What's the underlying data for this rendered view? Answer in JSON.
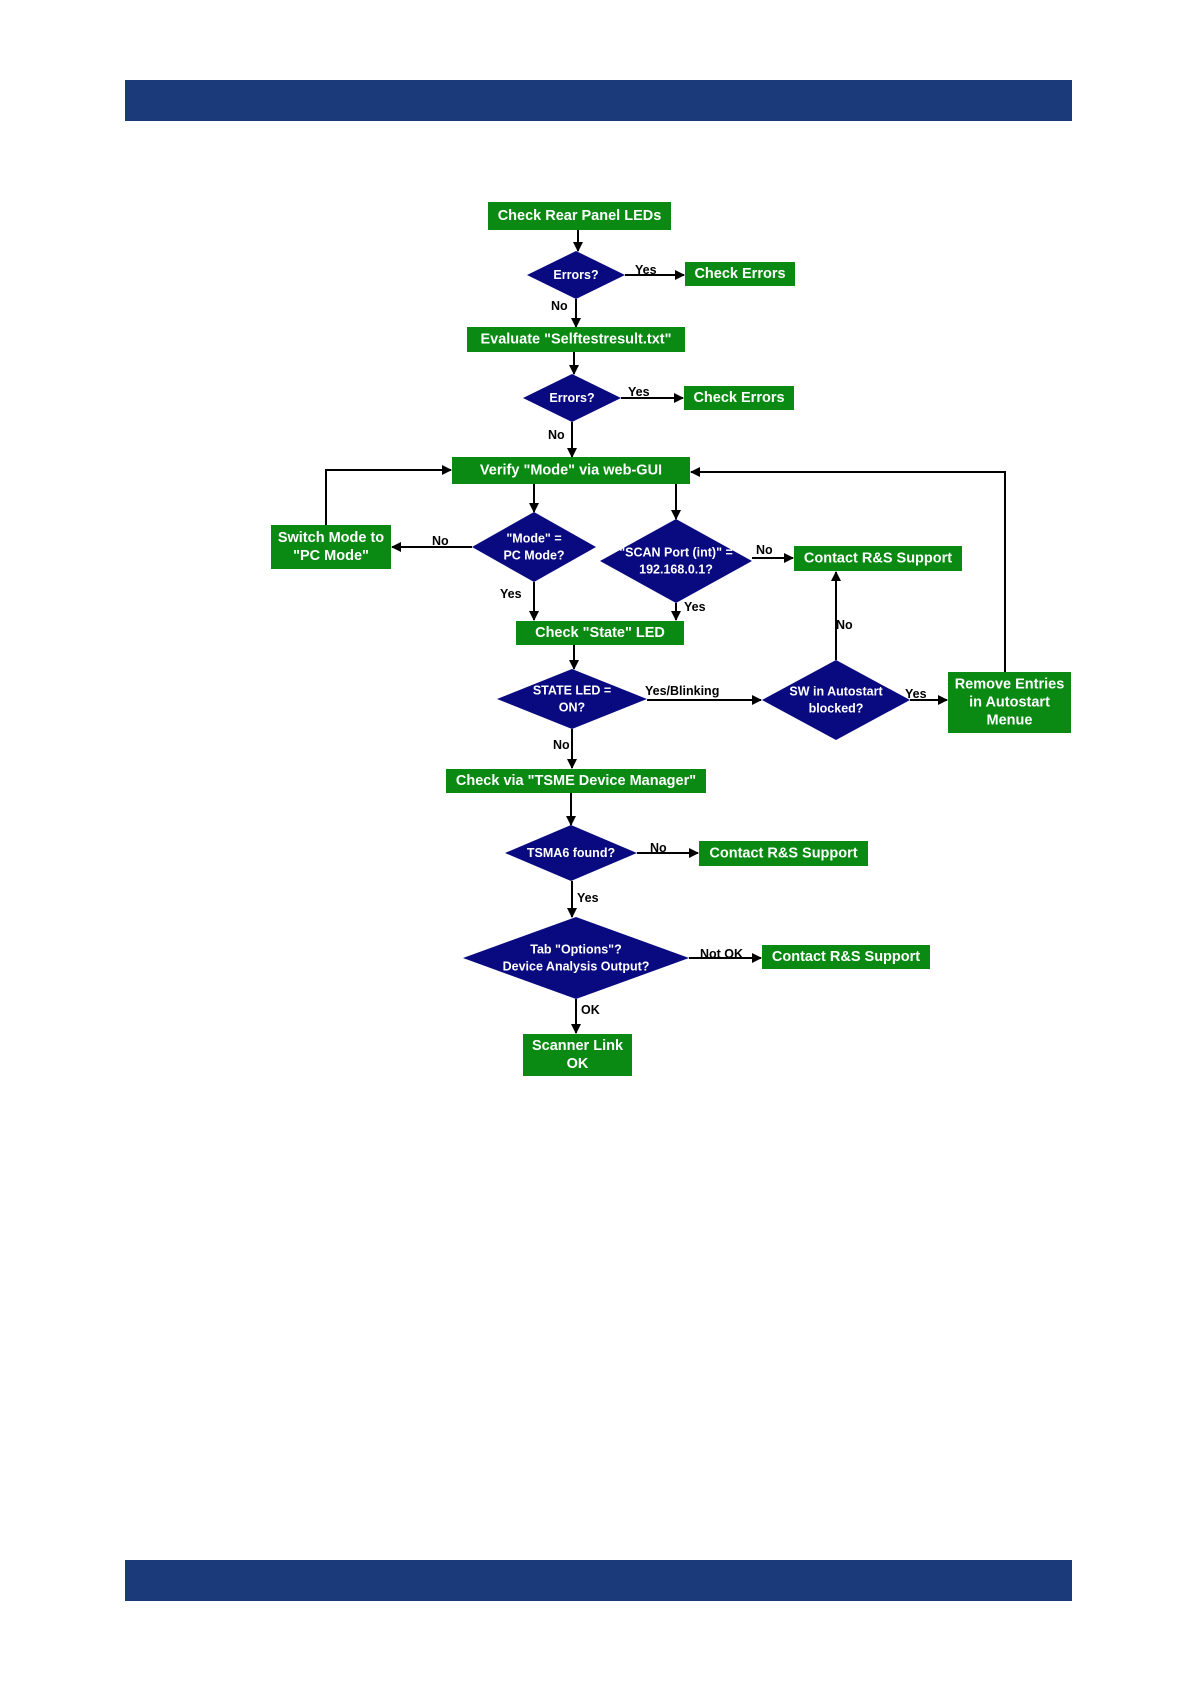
{
  "colors": {
    "header_bar": "#1b3a7a",
    "process_box": "#0a8a12",
    "decision": "#0a0a80",
    "line": "#000000"
  },
  "nodes": {
    "check_rear_leds": [
      "Check Rear Panel LEDs"
    ],
    "errors_1": [
      "Errors?"
    ],
    "check_errors_1": [
      "Check Errors"
    ],
    "evaluate_selftest": [
      "Evaluate \"Selftestresult.txt\""
    ],
    "errors_2": [
      "Errors?"
    ],
    "check_errors_2": [
      "Check Errors"
    ],
    "verify_mode": [
      "Verify \"Mode\" via web-GUI"
    ],
    "switch_mode": [
      "Switch Mode to",
      "\"PC Mode\""
    ],
    "mode_pc": [
      "\"Mode\" =",
      "PC Mode?"
    ],
    "scan_port": [
      "\"SCAN Port (int)\" =",
      "192.168.0.1?"
    ],
    "contact_support_1": [
      "Contact R&S Support"
    ],
    "check_state_led": [
      "Check \"State\" LED"
    ],
    "state_led_on": [
      "STATE LED =",
      "ON?"
    ],
    "sw_autostart": [
      "SW in Autostart",
      "blocked?"
    ],
    "remove_entries": [
      "Remove Entries",
      "in Autostart",
      "Menue"
    ],
    "check_device_manager": [
      "Check via \"TSME Device Manager\""
    ],
    "tsma6_found": [
      "TSMA6 found?"
    ],
    "contact_support_2": [
      "Contact R&S Support"
    ],
    "tab_options": [
      "Tab \"Options\"?",
      "Device Analysis Output?"
    ],
    "contact_support_3": [
      "Contact R&S Support"
    ],
    "scanner_link_ok": [
      "Scanner Link",
      "OK"
    ]
  },
  "edge_labels": {
    "errors1_yes": "Yes",
    "errors1_no": "No",
    "errors2_yes": "Yes",
    "errors2_no": "No",
    "mode_no": "No",
    "mode_yes": "Yes",
    "scan_no": "No",
    "scan_yes": "Yes",
    "state_yes": "Yes/Blinking",
    "state_no": "No",
    "sw_no": "No",
    "sw_yes": "Yes",
    "tsma_no": "No",
    "tsma_yes": "Yes",
    "tab_notok": "Not OK",
    "tab_ok": "OK"
  }
}
